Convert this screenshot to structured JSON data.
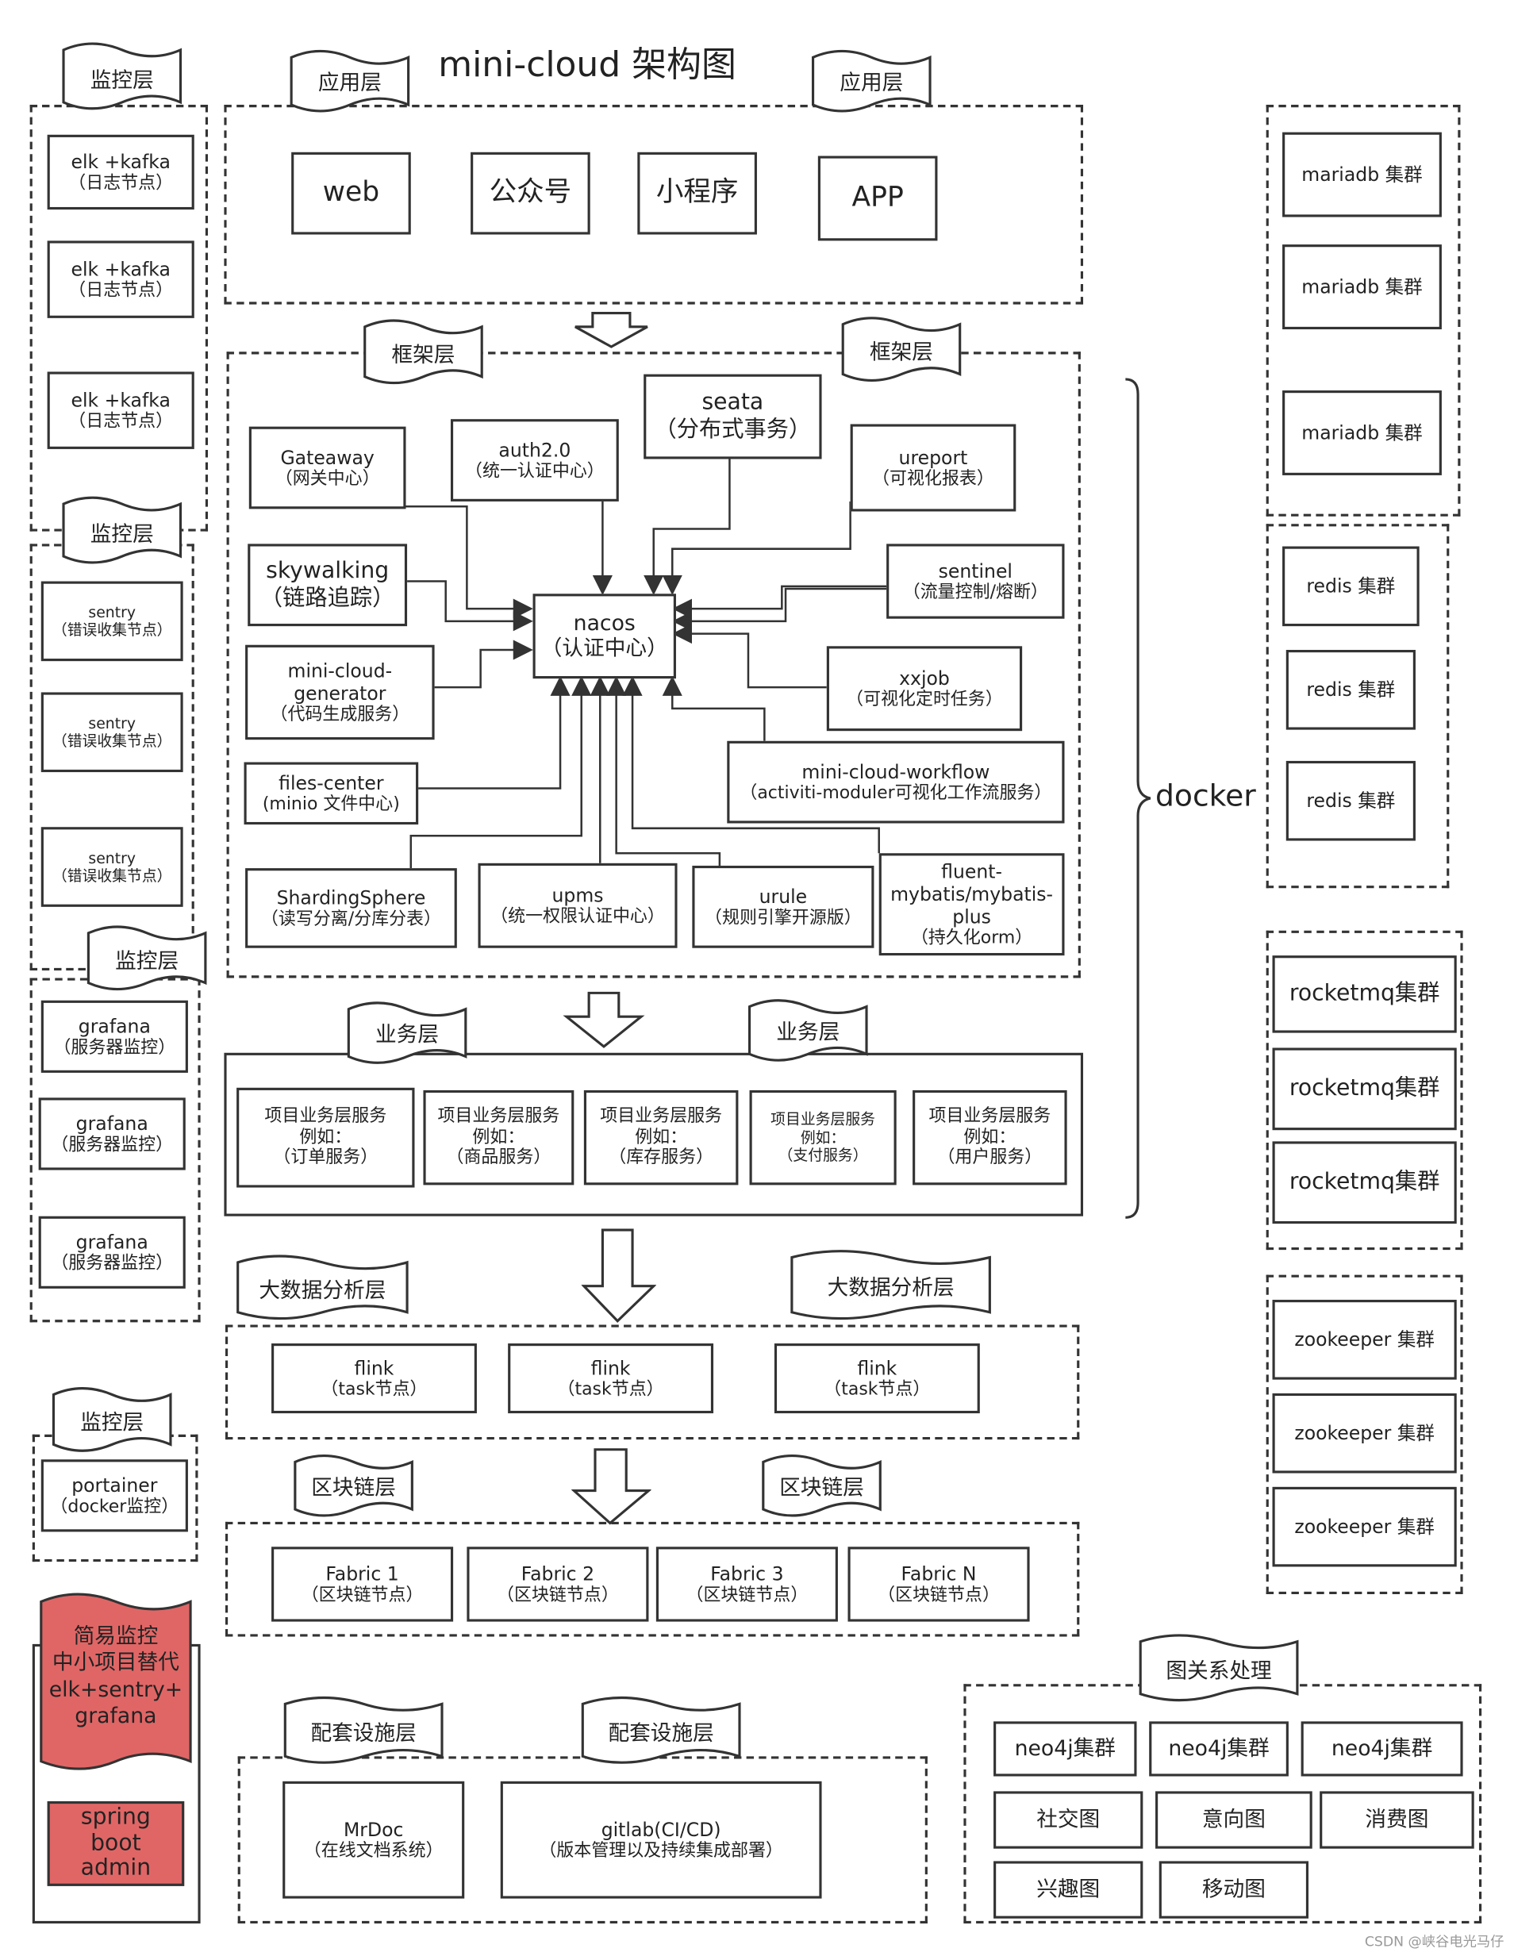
{
  "title": "mini-cloud 架构图",
  "labels": {
    "app_layer": "应用层",
    "framework_layer": "框架层",
    "business_layer": "业务层",
    "bigdata_layer": "大数据分析层",
    "blockchain_layer": "区块链层",
    "support_layer": "配套设施层",
    "monitor_layer": "监控层",
    "graph_layer": "图关系处理",
    "docker": "docker"
  },
  "app": {
    "web": "web",
    "gzh": "公众号",
    "xcx": "小程序",
    "app": "APP"
  },
  "framework": {
    "nacos": [
      "nacos",
      "（认证中心）"
    ],
    "gateway": [
      "Gateaway",
      "（网关中心）"
    ],
    "auth": [
      "auth2.0",
      "（统一认证中心）"
    ],
    "seata": [
      "seata",
      "（分布式事务）"
    ],
    "ureport": [
      "ureport",
      "（可视化报表）"
    ],
    "skywalking": [
      "skywalking",
      "（链路追踪）"
    ],
    "sentinel": [
      "sentinel",
      "（流量控制/熔断）"
    ],
    "generator": [
      "mini-cloud-",
      "generator",
      "（代码生成服务）"
    ],
    "xxjob": [
      "xxjob",
      "（可视化定时任务）"
    ],
    "files": [
      "files-center",
      "(minio 文件中心)"
    ],
    "workflow": [
      "mini-cloud-workflow",
      "（activiti-moduler可视化工作流服务）"
    ],
    "sharding": [
      "ShardingSphere",
      "（读写分离/分库分表）"
    ],
    "upms": [
      "upms",
      "（统一权限认证中心）"
    ],
    "urule": [
      "urule",
      "（规则引擎开源版）"
    ],
    "fluent": [
      "fluent-",
      "mybatis/mybatis-",
      "plus",
      "（持久化orm）"
    ]
  },
  "business": [
    [
      "项目业务层服务",
      "例如：",
      "（订单服务）"
    ],
    [
      "项目业务层服务",
      "例如：",
      "（商品服务）"
    ],
    [
      "项目业务层服务",
      "例如：",
      "（库存服务）"
    ],
    [
      "项目业务层服务",
      "例如：",
      "（支付服务）"
    ],
    [
      "项目业务层服务",
      "例如：",
      "（用户服务）"
    ]
  ],
  "bigdata": [
    [
      "flink",
      "（task节点）"
    ],
    [
      "flink",
      "（task节点）"
    ],
    [
      "flink",
      "（task节点）"
    ]
  ],
  "blockchain": [
    [
      "Fabric 1",
      "（区块链节点）"
    ],
    [
      "Fabric 2",
      "（区块链节点）"
    ],
    [
      "Fabric 3",
      "（区块链节点）"
    ],
    [
      "Fabric N",
      "（区块链节点）"
    ]
  ],
  "support": {
    "mrdoc": [
      "MrDoc",
      "（在线文档系统）"
    ],
    "gitlab": [
      "gitlab(CI/CD)",
      "（版本管理以及持续集成部署）"
    ]
  },
  "monitor": {
    "elk": [
      "elk +kafka",
      "（日志节点）"
    ],
    "sentry": [
      "sentry",
      "（错误收集节点）"
    ],
    "grafana": [
      "grafana",
      "（服务器监控）"
    ],
    "portainer": [
      "portainer",
      "（docker监控）"
    ],
    "simple": [
      "简易监控",
      "中小项目替代",
      "elk+sentry+",
      "grafana"
    ],
    "sba": [
      "spring",
      "boot",
      "admin"
    ]
  },
  "clusters": {
    "mariadb": "mariadb 集群",
    "redis": "redis 集群",
    "rocketmq": "rocketmq集群",
    "zookeeper": "zookeeper 集群"
  },
  "graph": {
    "neo4j": "neo4j集群",
    "items": [
      "社交图",
      "意向图",
      "消费图",
      "兴趣图",
      "移动图"
    ]
  },
  "footer": "CSDN @峡谷电光马仔",
  "colors": {
    "highlight": "#e06666",
    "line": "#333333"
  }
}
